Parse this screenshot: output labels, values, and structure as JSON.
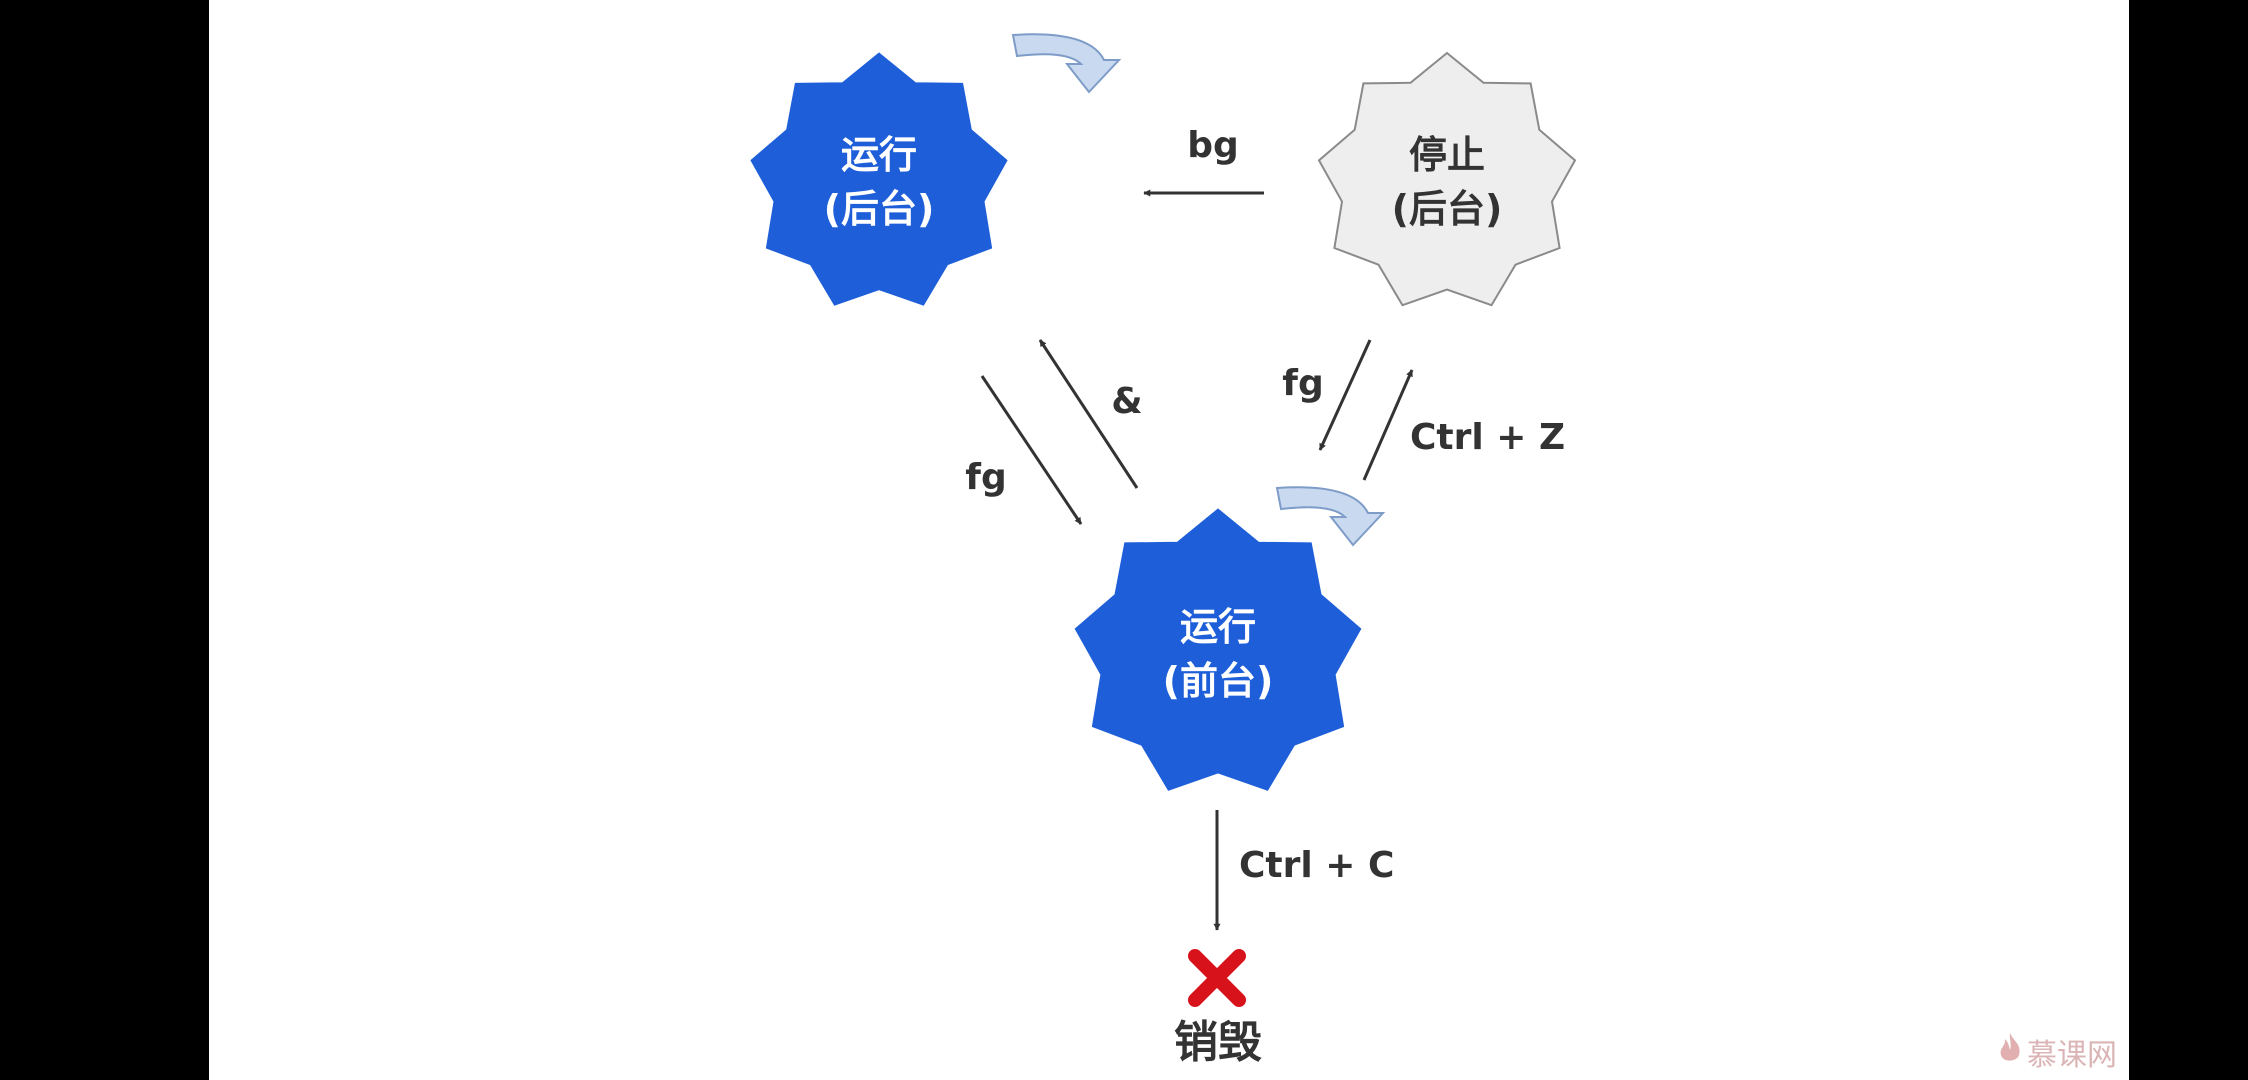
{
  "states": {
    "running_background": {
      "line1": "运行",
      "line2": "(后台)"
    },
    "stopped_background": {
      "line1": "停止",
      "line2": "(后台)"
    },
    "running_foreground": {
      "line1": "运行",
      "line2": "(前台)"
    }
  },
  "edges": {
    "bg": "bg",
    "fg_stopped_to_foreground": "fg",
    "ctrl_z": "Ctrl + Z",
    "ampersand": "&",
    "fg_background_to_foreground": "fg",
    "ctrl_c": "Ctrl + C"
  },
  "terminal": {
    "label": "销毁"
  },
  "watermark": {
    "text": "慕课网"
  },
  "colors": {
    "running": "#1E5FD9",
    "stopped": "#EEEEEE",
    "arrow": "#333333",
    "self_loop": "#C9D9F0",
    "destroy": "#D8121B"
  }
}
